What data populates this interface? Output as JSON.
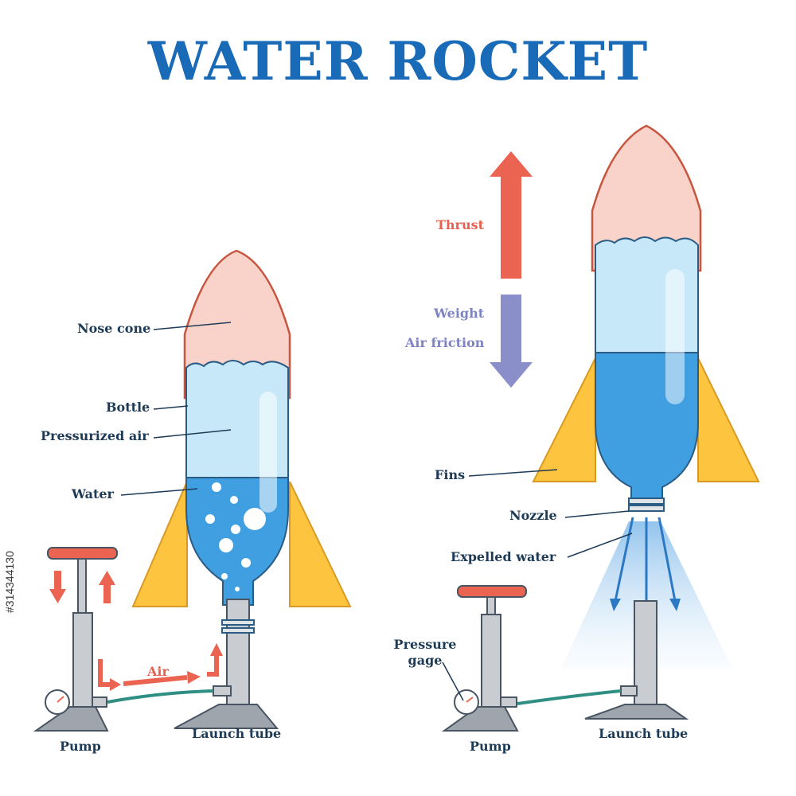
{
  "title": "WATER ROCKET",
  "image_id_text": "#314344130",
  "labels": {
    "nose_cone": "Nose cone",
    "bottle": "Bottle",
    "pressurized_air": "Pressurized air",
    "water": "Water",
    "air": "Air",
    "pump_left": "Pump",
    "launch_tube_left": "Launch tube",
    "thrust": "Thrust",
    "weight": "Weight",
    "air_friction": "Air friction",
    "fins": "Fins",
    "nozzle": "Nozzle",
    "expelled_water": "Expelled water",
    "pressure_gage": "Pressure gage",
    "pump_right": "Pump",
    "launch_tube_right": "Launch tube"
  },
  "colors": {
    "title": "#1a6bb7",
    "nose": "#f9d3c9",
    "outline": "#c8553f",
    "bottle_air": "#bfe3f7",
    "water": "#3f9fe0",
    "fin": "#fdc43f",
    "thrust_arrow": "#ea6451",
    "weight_arrow": "#8a8ec9",
    "metal": "#c9cdd2",
    "hose": "#2f8f82"
  },
  "icons": [
    "thrust-arrow-icon",
    "weight-arrow-icon",
    "pump-down-arrow-icon",
    "pump-up-arrow-icon",
    "air-flow-arrow-icon",
    "pressure-gauge-icon"
  ]
}
